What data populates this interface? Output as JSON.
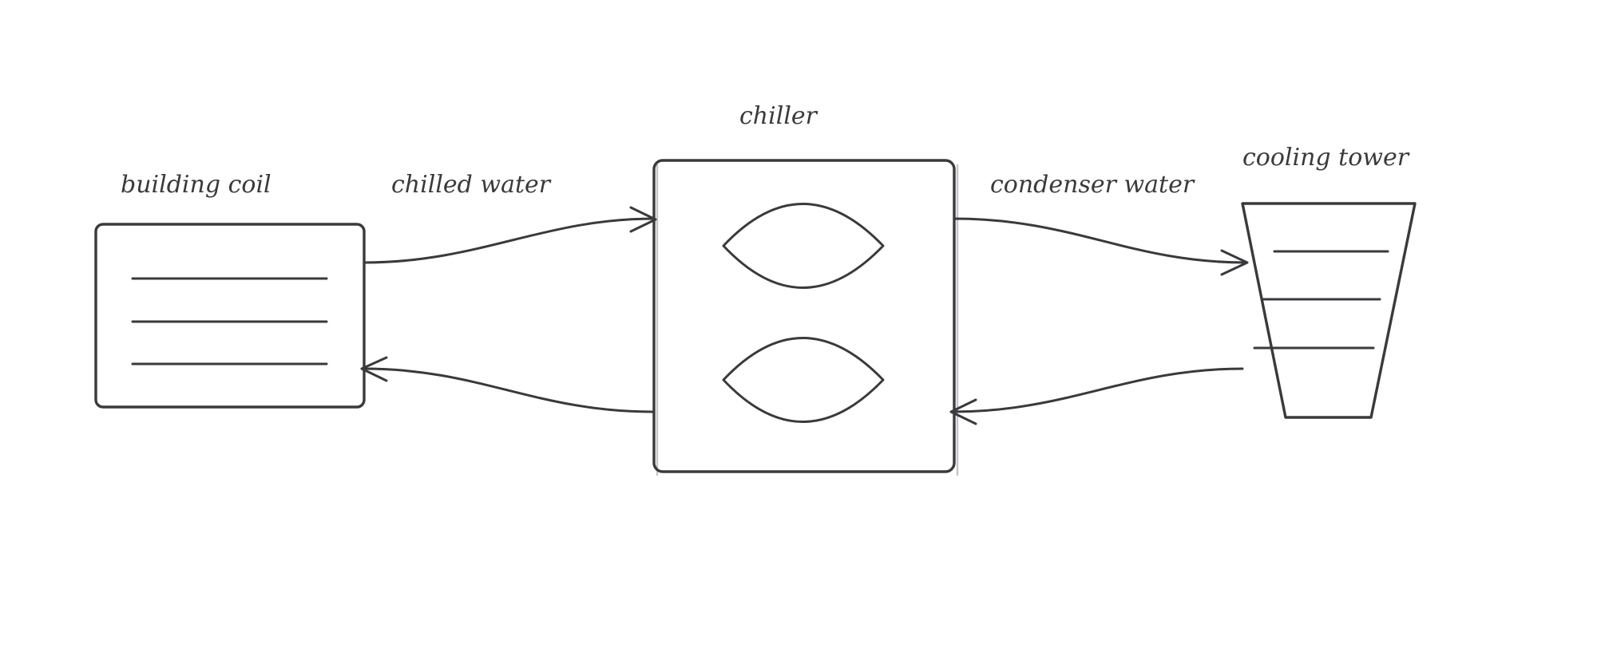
{
  "colors": {
    "ink": "#3a3a3d",
    "background": "#ffffff"
  },
  "labels": {
    "building_coil": "building coil",
    "chilled_water": "chilled water",
    "chiller": "chiller",
    "condenser_water": "condenser water",
    "cooling_tower": "cooling tower"
  },
  "icons": {
    "building_coil": "coil-with-fins-icon",
    "chiller": "chiller-with-two-heat-exchangers-icon",
    "cooling_tower": "tapered-cooling-tower-icon"
  }
}
